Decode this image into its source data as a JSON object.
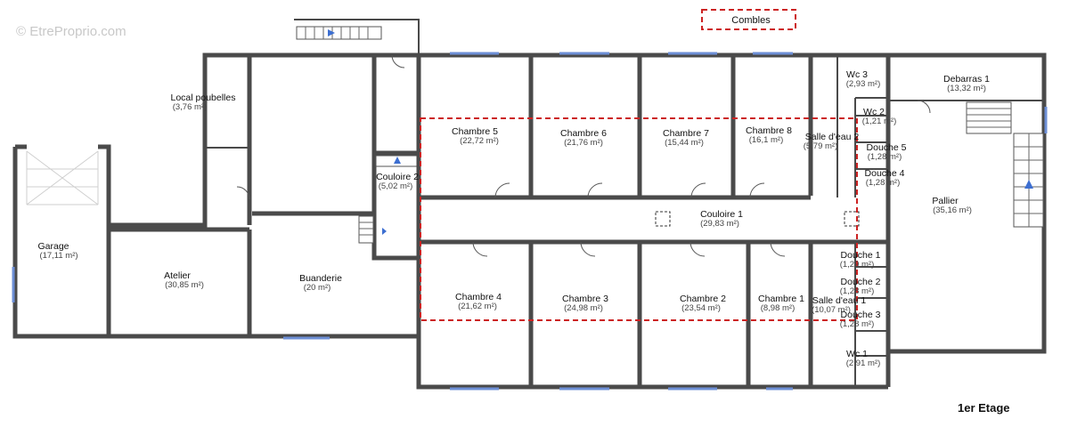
{
  "watermark": "© EtreProprio.com",
  "legend": {
    "combles": "Combles"
  },
  "floor_label": "1er Etage",
  "rooms": [
    {
      "name": "Local poubelles",
      "area": "(3,76 m²)"
    },
    {
      "name": "Garage",
      "area": "(17,11 m²)"
    },
    {
      "name": "Atelier",
      "area": "(30,85 m²)"
    },
    {
      "name": "Buanderie",
      "area": "(20 m²)"
    },
    {
      "name": "Couloire 2",
      "area": "(5,02 m²)"
    },
    {
      "name": "Chambre 5",
      "area": "(22,72 m²)"
    },
    {
      "name": "Chambre 6",
      "area": "(21,76 m²)"
    },
    {
      "name": "Chambre 7",
      "area": "(15,44 m²)"
    },
    {
      "name": "Chambre 8",
      "area": "(16,1 m²)"
    },
    {
      "name": "Couloire 1",
      "area": "(29,83 m²)"
    },
    {
      "name": "Chambre 4",
      "area": "(21,62 m²)"
    },
    {
      "name": "Chambre 3",
      "area": "(24,98 m²)"
    },
    {
      "name": "Chambre 2",
      "area": "(23,54 m²)"
    },
    {
      "name": "Chambre 1",
      "area": "(8,98 m²)"
    },
    {
      "name": "Salle d'eau 2",
      "area": "(5,79 m²)"
    },
    {
      "name": "Salle d'eau 1",
      "area": "(10,07 m²)"
    },
    {
      "name": "Wc 3",
      "area": "(2,93 m²)"
    },
    {
      "name": "Wc 2",
      "area": "(1,21 m²)"
    },
    {
      "name": "Douche 5",
      "area": "(1,28 m²)"
    },
    {
      "name": "Douche 4",
      "area": "(1,28 m²)"
    },
    {
      "name": "Douche 1",
      "area": "(1,29 m²)"
    },
    {
      "name": "Douche 2",
      "area": "(1,28 m²)"
    },
    {
      "name": "Douche 3",
      "area": "(1,28 m²)"
    },
    {
      "name": "Wc 1",
      "area": "(2,91 m²)"
    },
    {
      "name": "Debarras 1",
      "area": "(13,32 m²)"
    },
    {
      "name": "Pallier",
      "area": "(35,16 m²)"
    }
  ]
}
